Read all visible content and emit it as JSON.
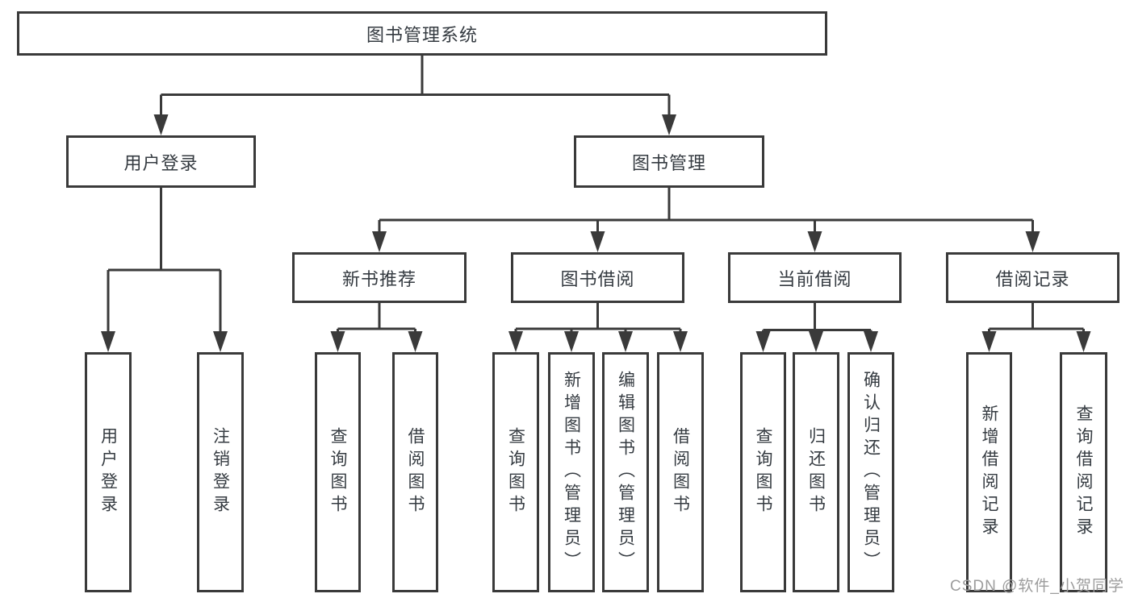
{
  "root": {
    "label": "图书管理系统"
  },
  "branches": [
    {
      "label": "用户登录",
      "children": [
        {
          "label": "用户登录"
        },
        {
          "label": "注销登录"
        }
      ]
    },
    {
      "label": "图书管理",
      "children": [
        {
          "label": "新书推荐",
          "children": [
            {
              "label": "查询图书"
            },
            {
              "label": "借阅图书"
            }
          ]
        },
        {
          "label": "图书借阅",
          "children": [
            {
              "label": "查询图书"
            },
            {
              "label": "新增图书（管理员）"
            },
            {
              "label": "编辑图书（管理员）"
            },
            {
              "label": "借阅图书"
            }
          ]
        },
        {
          "label": "当前借阅",
          "children": [
            {
              "label": "查询图书"
            },
            {
              "label": "归还图书"
            },
            {
              "label": "确认归还（管理员）"
            }
          ]
        },
        {
          "label": "借阅记录",
          "children": [
            {
              "label": "新增借阅记录"
            },
            {
              "label": "查询借阅记录"
            }
          ]
        }
      ]
    }
  ],
  "watermark": {
    "text": "CSDN @软件_小贺同学"
  },
  "colors": {
    "line": "#3a3a3a",
    "text": "#353b41",
    "watermark": "#9c9c9c",
    "background": "#ffffff"
  }
}
